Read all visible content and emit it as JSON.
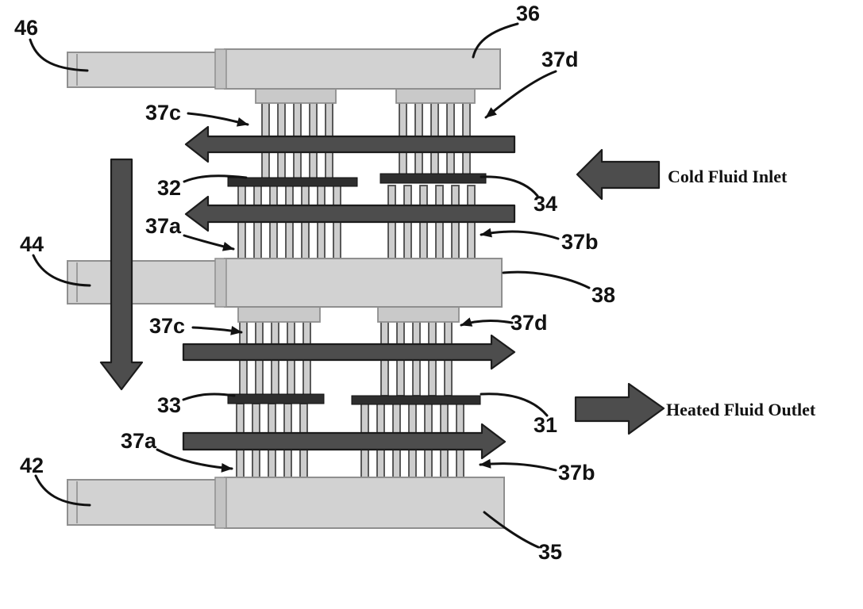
{
  "figure": {
    "ref_labels": {
      "l46": "46",
      "l36": "36",
      "l37d_top": "37d",
      "l37c_top": "37c",
      "l32": "32",
      "l34": "34",
      "l37a_top": "37a",
      "l37b_top": "37b",
      "l44": "44",
      "l38": "38",
      "l37c_bot": "37c",
      "l37d_bot": "37d",
      "l33": "33",
      "l31": "31",
      "l37a_bot": "37a",
      "l37b_bot": "37b",
      "l42": "42",
      "l35": "35"
    },
    "flow_annotations": {
      "cold_inlet": "Cold Fluid Inlet",
      "heated_outlet": "Heated Fluid Outlet"
    },
    "icons": {
      "cold_inlet_arrow": "left-block-arrow-icon",
      "heated_outlet_arrow": "right-block-arrow-icon",
      "vertical_flow_arrow": "down-block-arrow-icon",
      "upper_channel_arrows": "left-flow-arrow-icon",
      "lower_channel_arrows": "right-flow-arrow-icon"
    },
    "colors": {
      "background": "#ffffff",
      "plate": "#d2d2d2",
      "plate_border": "#8f8f8f",
      "divider": "#c3c3c3",
      "header": "#c9c9c9",
      "pin": "#cdcdcd",
      "pin_edge": "#4a4a4a",
      "strip": "#2e2e2e",
      "arrow_fill": "#4d4d4d",
      "arrow_outline": "#1c1c1c",
      "leader": "#121212",
      "text": "#121212"
    }
  }
}
